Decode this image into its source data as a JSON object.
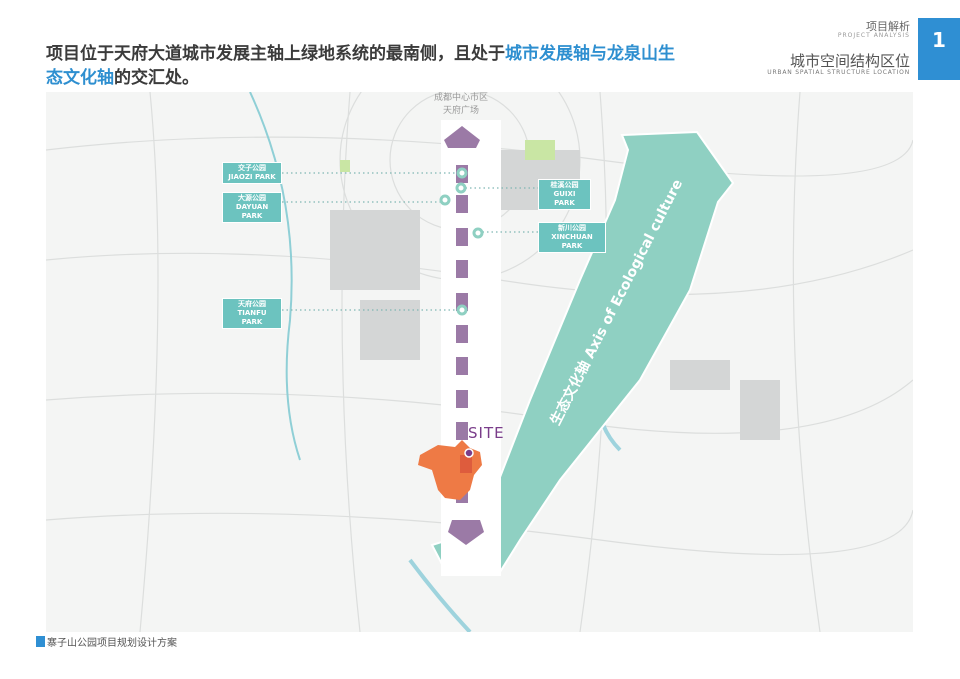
{
  "headline": {
    "part1": "项目位于天府大道城市发展主轴上绿地系统的最南侧，且处于",
    "highlight": "城市发展轴与龙泉山生态文化轴",
    "part2": "的交汇处。"
  },
  "header": {
    "section_cn": "项目解析",
    "section_en": "PROJECT ANALYSIS",
    "title_cn": "城市空间结构区位",
    "title_en": "URBAN SPATIAL STRUCTURE LOCATION",
    "page_number": "1"
  },
  "map": {
    "center_label_1": "成都中心市区",
    "center_label_2": "天府广场",
    "parks": [
      {
        "cn": "交子公园",
        "en": "JIAOZI PARK"
      },
      {
        "cn": "大源公园",
        "en": "DAYUAN PARK"
      },
      {
        "cn": "天府公园",
        "en": "TIANFU PARK"
      },
      {
        "cn": "桂溪公园",
        "en": "GUIXI PARK"
      },
      {
        "cn": "新川公园",
        "en": "XINCHUAN PARK"
      }
    ],
    "site_label": "SITE",
    "eco_axis_label": "生态文化轴 Axis of Ecological culture",
    "colors": {
      "eco_axis": "#8fd0c2",
      "urban_axis": "#9b7aa6",
      "site": "#ee7a45",
      "park_label": "#6cc3bf"
    }
  },
  "footer": {
    "text": "寨子山公园项目规划设计方案"
  }
}
